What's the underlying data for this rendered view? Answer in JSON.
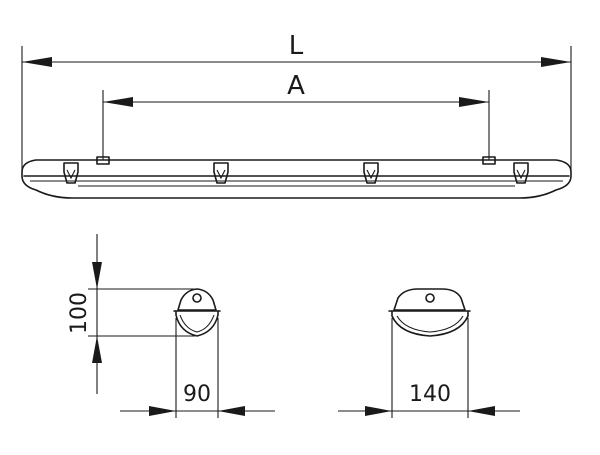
{
  "dimensions": {
    "overall_length": "L",
    "mounting_distance": "A",
    "height": "100",
    "width_end_narrow": "90",
    "width_end_wide": "140"
  },
  "colors": {
    "line": "#1a1a1a",
    "background": "#ffffff"
  }
}
